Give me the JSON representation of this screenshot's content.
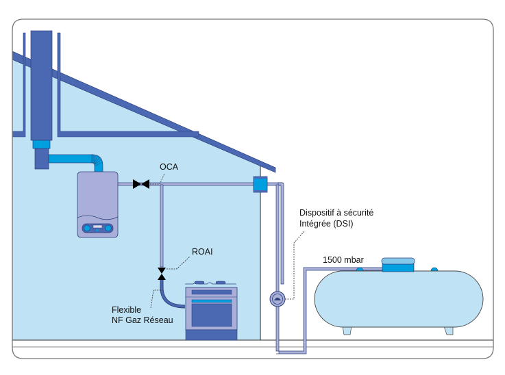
{
  "diagram": {
    "title": "Installation gaz propane citerne",
    "labels": {
      "oca": "OCA",
      "roai": "ROAI",
      "flexible_line1": "Flexible",
      "flexible_line2": "NF Gaz Réseau",
      "dsi_line1": "Dispositif à sécurité",
      "dsi_line2": "Intégrée (DSI)",
      "pressure": "1500 mbar"
    },
    "colors": {
      "wall_fill": "#c0e2f5",
      "structure_blue": "#4b69b2",
      "accent_cyan": "#009fe0",
      "pipe_fill": "#aab0d8",
      "appliance_fill": "#a9afd9",
      "tank_fill": "#c0e2f5",
      "frame_stroke": "#777777"
    },
    "components": [
      "chimney",
      "flue-duct",
      "wall-boiler",
      "oca-valve",
      "roai-valve",
      "gas-cooker",
      "flexible-hose",
      "wall-meter-box",
      "dsi-regulator",
      "propane-tank",
      "tank-dome"
    ]
  }
}
